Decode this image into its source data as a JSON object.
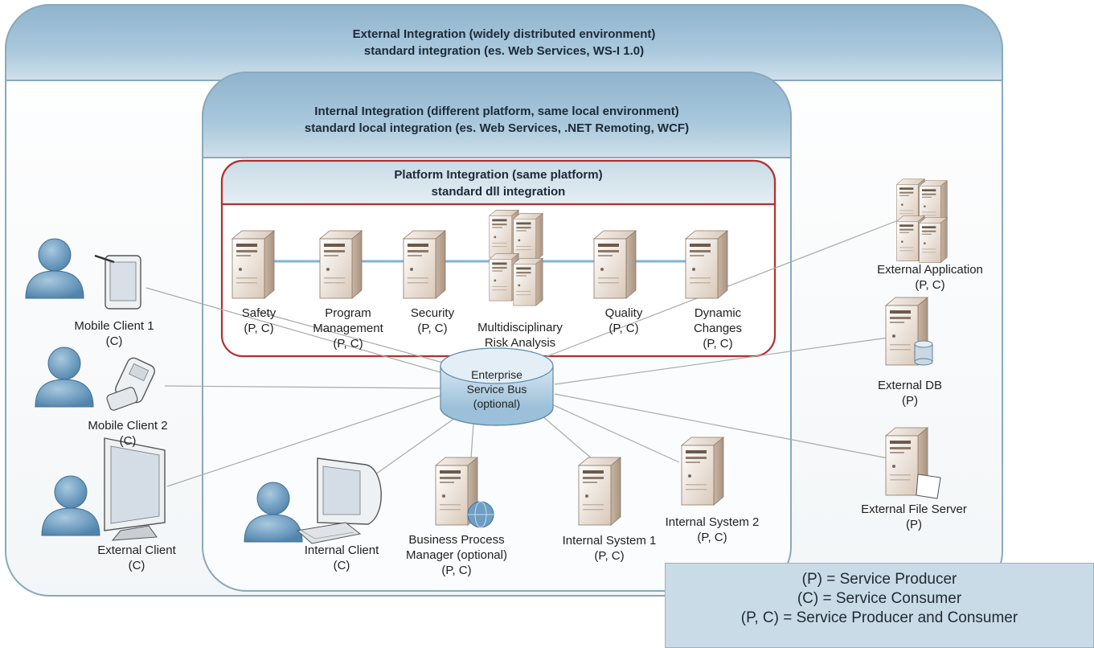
{
  "external_integration": {
    "line1": "External Integration (widely distributed environment)",
    "line2": "standard integration (es. Web Services, WS-I 1.0)"
  },
  "internal_integration": {
    "line1": "Internal Integration (different platform, same local environment)",
    "line2": "standard local integration (es. Web Services, .NET Remoting, WCF)"
  },
  "platform_integration": {
    "line1": "Platform Integration (same platform)",
    "line2": "standard dll integration"
  },
  "platform_services": [
    {
      "line1": "Safety",
      "line2": "(P, C)",
      "line3": ""
    },
    {
      "line1": "Program",
      "line2": "Management",
      "line3": "(P, C)"
    },
    {
      "line1": "Security",
      "line2": "(P, C)",
      "line3": ""
    },
    {
      "line1": "Multidisciplinary",
      "line2": "Risk Analysis",
      "line3": ""
    },
    {
      "line1": "Quality",
      "line2": "(P, C)",
      "line3": ""
    },
    {
      "line1": "Dynamic",
      "line2": "Changes",
      "line3": "(P, C)"
    }
  ],
  "esb": {
    "line1": "Enterprise",
    "line2": "Service Bus",
    "line3": "(optional)"
  },
  "clients": [
    {
      "line1": "Mobile Client 1",
      "line2": "(C)"
    },
    {
      "line1": "Mobile Client 2",
      "line2": "(C)"
    },
    {
      "line1": "External Client",
      "line2": "(C)"
    },
    {
      "line1": "Internal Client",
      "line2": "(C)"
    }
  ],
  "internal_systems": [
    {
      "line1": "Business Process",
      "line2": "Manager (optional)",
      "line3": "(P, C)"
    },
    {
      "line1": "Internal System 1",
      "line2": "(P, C)",
      "line3": ""
    },
    {
      "line1": "Internal System 2",
      "line2": "(P, C)",
      "line3": ""
    }
  ],
  "external_systems": [
    {
      "line1": "External Application",
      "line2": "(P, C)"
    },
    {
      "line1": "External DB",
      "line2": "(P)"
    },
    {
      "line1": "External File Server",
      "line2": "(P)"
    }
  ],
  "legend": {
    "producer": "(P) = Service Producer",
    "consumer": "(C) = Service Consumer",
    "both": "(P, C) = Service Producer and Consumer"
  },
  "colors": {
    "band_blue": "#9fc0d6",
    "band_light": "#dde9f1",
    "platform_border": "#b33030",
    "person": "#6e9ec2",
    "server_face": "#e9ddd2",
    "line": "#a9a9a9",
    "bus_link": "#7fb5d6"
  }
}
